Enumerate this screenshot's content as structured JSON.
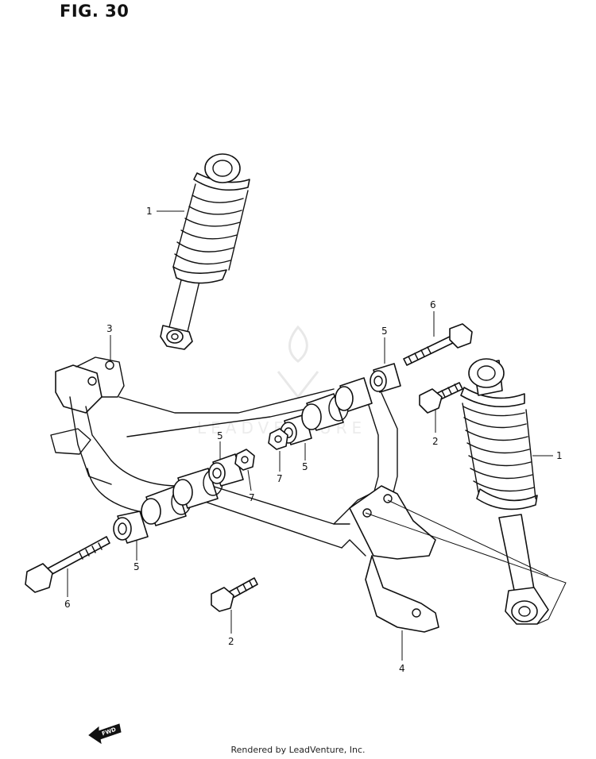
{
  "figure": {
    "title": "FIG. 30",
    "footer": "Rendered by LeadVenture, Inc.",
    "watermark": "LEADVENTURE",
    "fwd_label": "FWD"
  },
  "callouts": {
    "c1a": "1",
    "c1b": "1",
    "c2a": "2",
    "c2b": "2",
    "c3": "3",
    "c4": "4",
    "c5a": "5",
    "c5b": "5",
    "c5c": "5",
    "c5d": "5",
    "c6a": "6",
    "c6b": "6",
    "c7a": "7",
    "c7b": "7"
  },
  "parts": {
    "shock_absorber": "shock-absorber-icon",
    "swing_arm": "swing-arm-icon",
    "bushing": "bushing-icon",
    "bolt": "bolt-icon",
    "bracket": "bracket-icon"
  }
}
